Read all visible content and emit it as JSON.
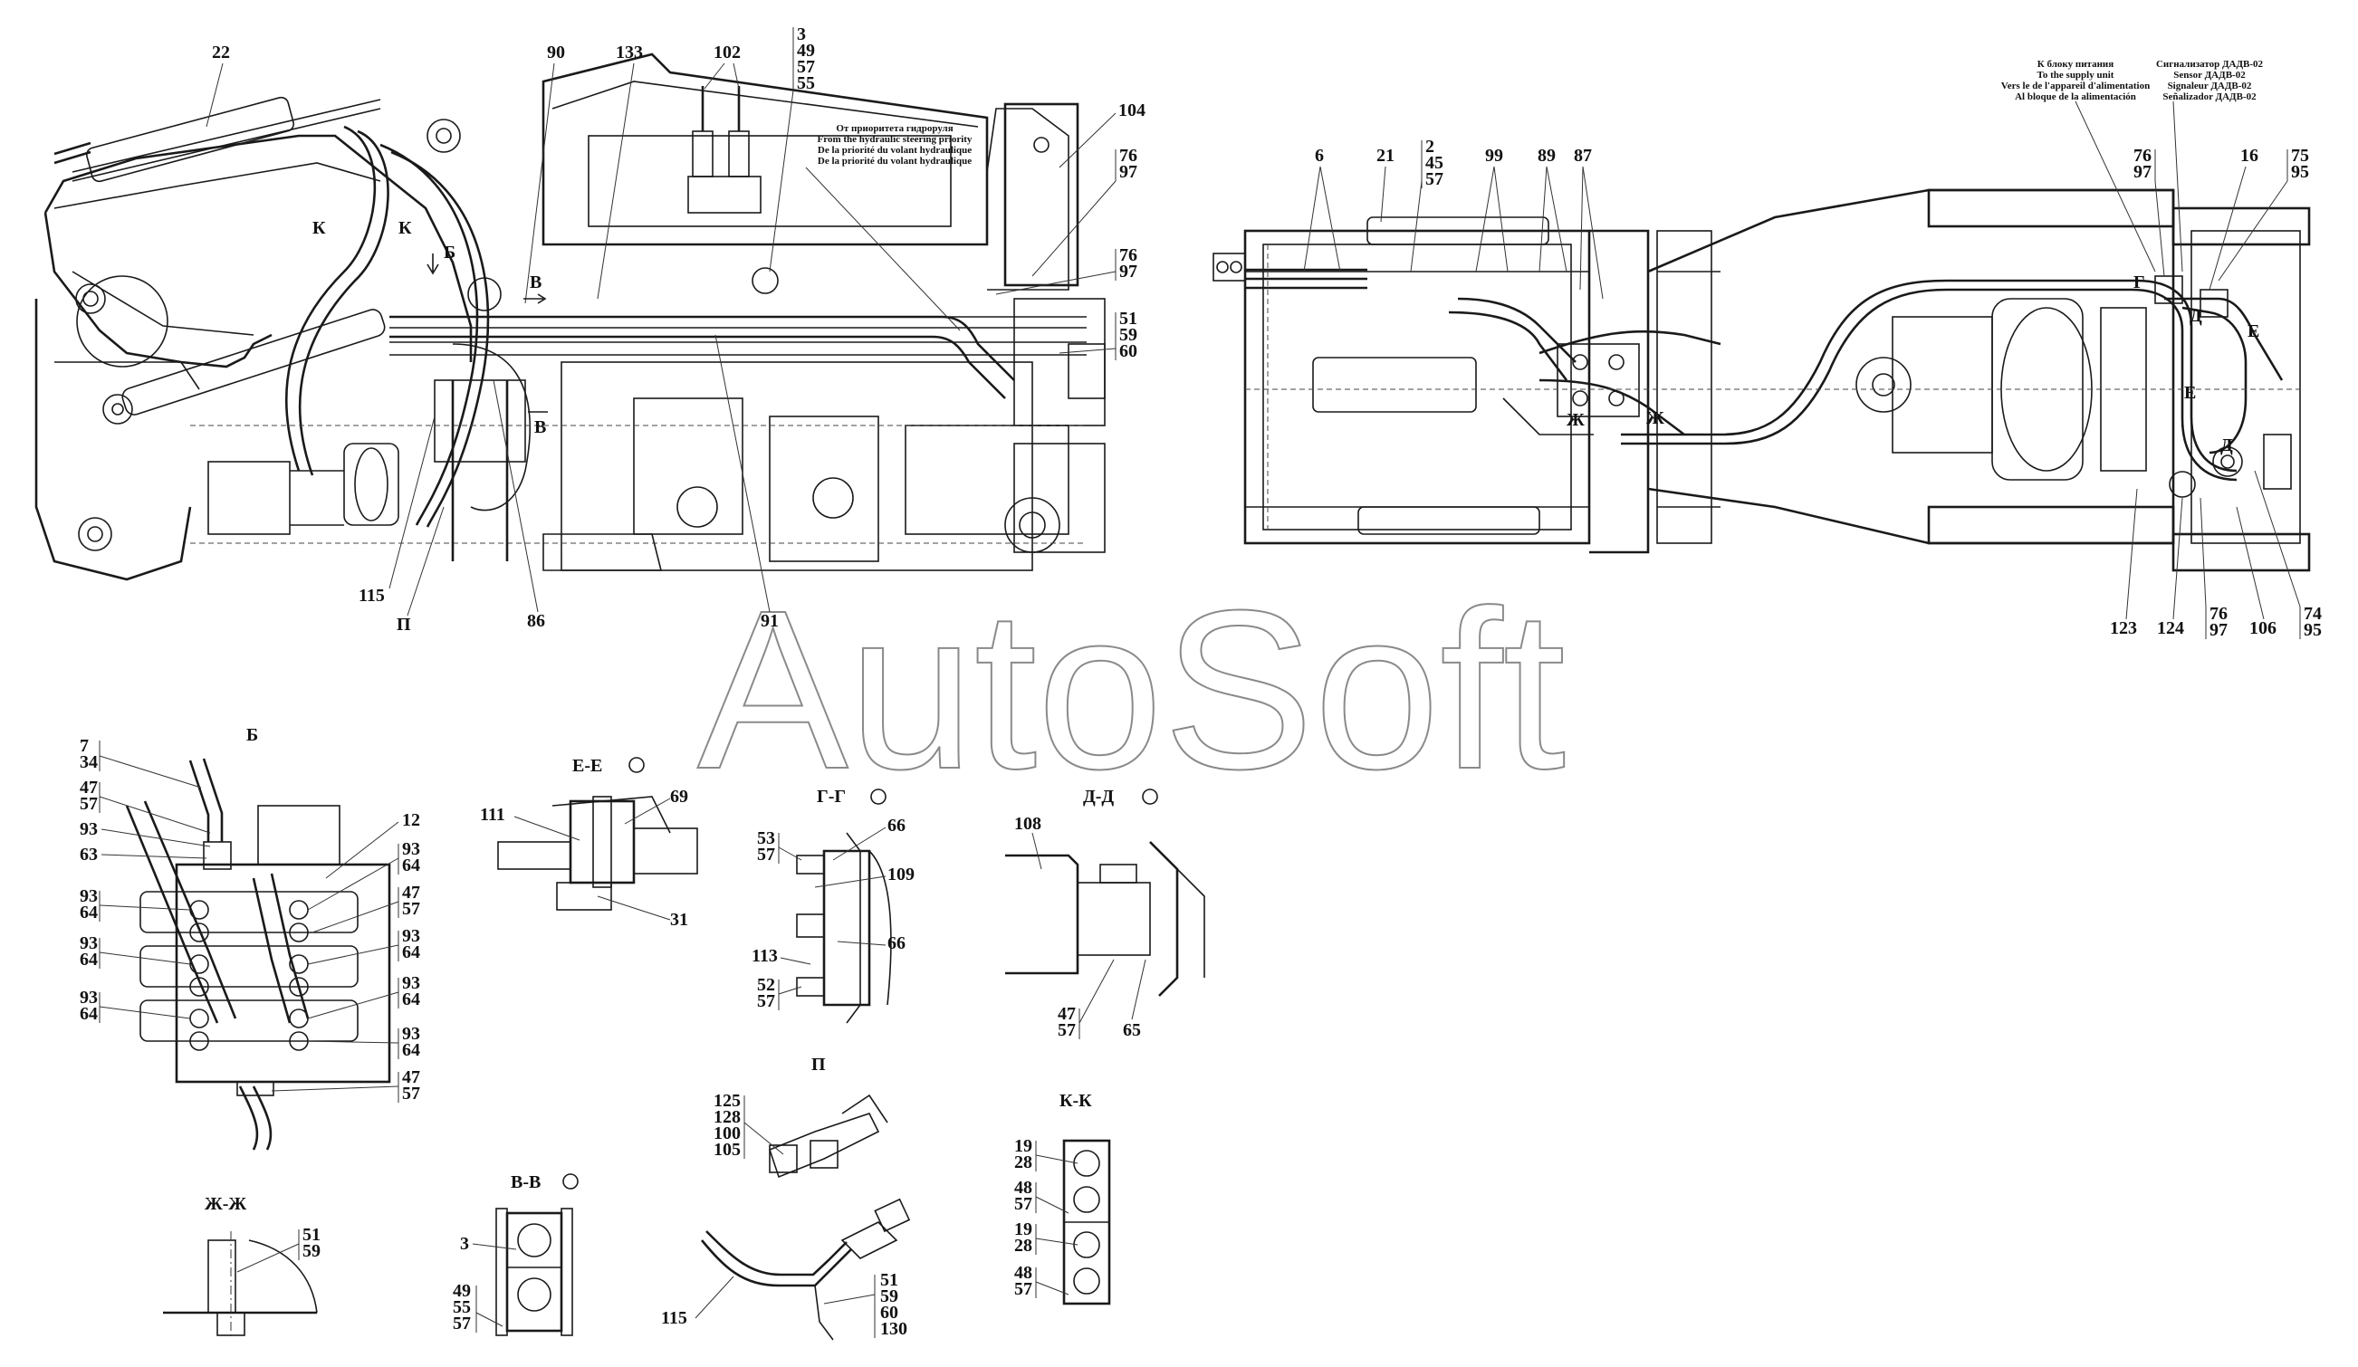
{
  "watermark": "AutoSoft",
  "notes": {
    "hydraulic_priority": [
      "От приоритета гидроруля",
      "From the hydraulic steering  priority",
      "De la priorité du volant hydraulique",
      "De la priorité du volant hydraulique"
    ],
    "supply_unit": [
      "К блоку питания",
      "To the supply unit",
      "Vers le de l'appareil d'alimentation",
      "Al bloque de la alimentación"
    ],
    "sensor": [
      "Сигнализатор ДАДВ-02",
      "Sensor ДАДВ-02",
      "Signaleur ДАДВ-02",
      "Señalizador ДАДВ-02"
    ]
  },
  "side_view": {
    "callouts": {
      "c22": "22",
      "c90": "90",
      "c133": "133",
      "c102": "102",
      "c3": "3",
      "c49": "49",
      "c57": "57",
      "c55": "55",
      "c104": "104",
      "c76a": "76",
      "c97a": "97",
      "c76b": "76",
      "c97b": "97",
      "c51": "51",
      "c59": "59",
      "c60": "60",
      "c115": "115",
      "cP": "П",
      "c86": "86",
      "c91": "91"
    },
    "markers": {
      "k1": "К",
      "k2": "К",
      "b": "Б",
      "v1": "В",
      "v2": "В"
    }
  },
  "top_view": {
    "callouts": {
      "c6": "6",
      "c21": "21",
      "c2": "2",
      "c45": "45",
      "c57": "57",
      "c99": "99",
      "c89": "89",
      "c87": "87",
      "c76": "76",
      "c97": "97",
      "c16": "16",
      "c75": "75",
      "c95": "95",
      "c123": "123",
      "c124": "124",
      "c76b": "76",
      "c97b": "97",
      "c106": "106",
      "c74": "74",
      "c95b": "95"
    },
    "markers": {
      "g": "Г",
      "e1": "Е",
      "e2": "Е",
      "d1": "Д",
      "d2": "Д",
      "zh1": "Ж",
      "zh2": "Ж"
    }
  },
  "detail_B": {
    "title": "Б",
    "callouts": {
      "c7": "7",
      "c34": "34",
      "c47a": "47",
      "c57a": "57",
      "c93a": "93",
      "c63": "63",
      "c93b": "93",
      "c64b": "64",
      "c93c": "93",
      "c64c": "64",
      "c93d": "93",
      "c64d": "64",
      "c12": "12",
      "r93a": "93",
      "r64a": "64",
      "r47": "47",
      "r57": "57",
      "r93b": "93",
      "r64b": "64",
      "r93c": "93",
      "r64c": "64",
      "r93d": "93",
      "r64d": "64",
      "r47b": "47",
      "r57b": "57"
    }
  },
  "detail_EE": {
    "title": "Е-Е",
    "callouts": {
      "c111": "111",
      "c69": "69",
      "c31": "31"
    }
  },
  "detail_GG": {
    "title": "Г-Г",
    "callouts": {
      "c53": "53",
      "c57": "57",
      "c66a": "66",
      "c109": "109",
      "c113": "113",
      "c66b": "66",
      "c52": "52",
      "c57b": "57"
    }
  },
  "detail_DD": {
    "title": "Д-Д",
    "callouts": {
      "c108": "108",
      "c47": "47",
      "c57": "57",
      "c65": "65"
    }
  },
  "detail_P": {
    "title": "П",
    "callouts": {
      "c125": "125",
      "c128": "128",
      "c100": "100",
      "c105": "105",
      "c115": "115",
      "c51": "51",
      "c59": "59",
      "c60": "60",
      "c130": "130"
    }
  },
  "detail_KK": {
    "title": "К-К",
    "callouts": {
      "c19a": "19",
      "c28a": "28",
      "c48a": "48",
      "c57a": "57",
      "c19b": "19",
      "c28b": "28",
      "c48b": "48",
      "c57b": "57"
    }
  },
  "detail_VV": {
    "title": "В-В",
    "callouts": {
      "c3": "3",
      "c49": "49",
      "c55": "55",
      "c57": "57"
    }
  },
  "detail_ZhZh": {
    "title": "Ж-Ж",
    "callouts": {
      "c51": "51",
      "c59": "59"
    }
  }
}
